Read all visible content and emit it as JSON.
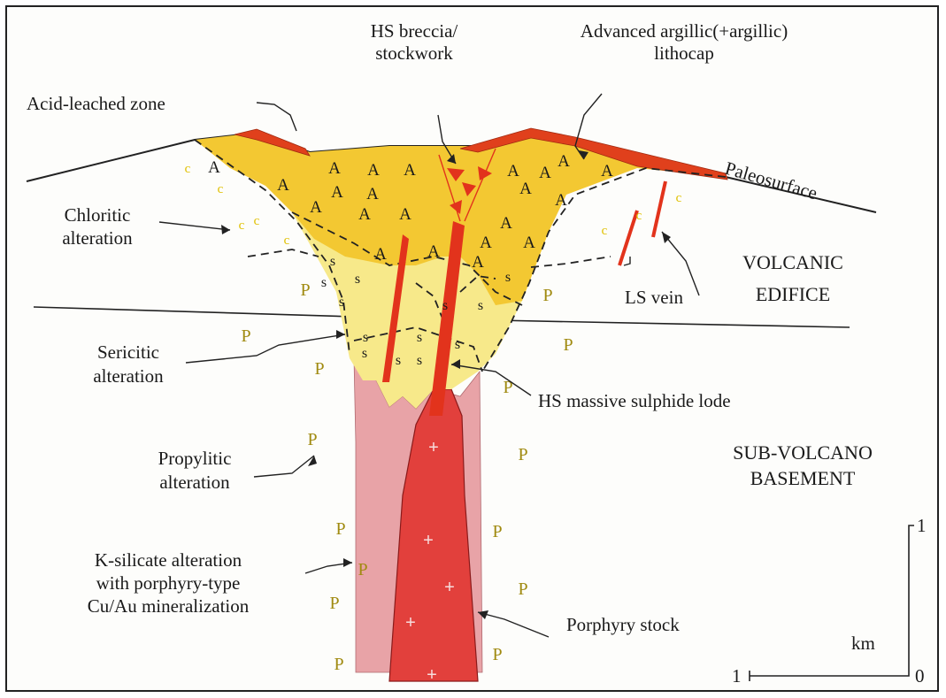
{
  "labels": {
    "acid_leached": "Acid-leached zone",
    "hs_breccia_1": "HS breccia/",
    "hs_breccia_2": "stockwork",
    "adv_argillic_1": "Advanced argillic(+argillic)",
    "adv_argillic_2": "lithocap",
    "paleosurface": "Paleosurface",
    "chloritic_1": "Chloritic",
    "chloritic_2": "alteration",
    "volcanic_1": "VOLCANIC",
    "volcanic_2": "EDIFICE",
    "ls_vein": "LS vein",
    "sericitic_1": "Sericitic",
    "sericitic_2": "alteration",
    "hs_massive": "HS massive sulphide lode",
    "propylitic_1": "Propylitic",
    "propylitic_2": "alteration",
    "sub_volcano_1": "SUB-VOLCANO",
    "sub_volcano_2": "BASEMENT",
    "k_silicate_1": "K-silicate alteration",
    "k_silicate_2": "with porphyry-type",
    "k_silicate_3": "Cu/Au mineralization",
    "porphyry_stock": "Porphyry stock"
  },
  "scale": {
    "unit": "km",
    "top": "1",
    "bottom": "0",
    "left": "1"
  },
  "symbols": {
    "advanced_argillic": "A",
    "sericitic": "s",
    "propylitic": "P",
    "chloritic": "c",
    "porphyry": "+"
  },
  "colors": {
    "advanced_argillic": "#f3c832",
    "sericitic": "#f7e98a",
    "acid_leached": "#e0401c",
    "veins": "#e2331c",
    "k_silicate": "#e8a3a7",
    "porphyry_stock": "#e2403c"
  }
}
